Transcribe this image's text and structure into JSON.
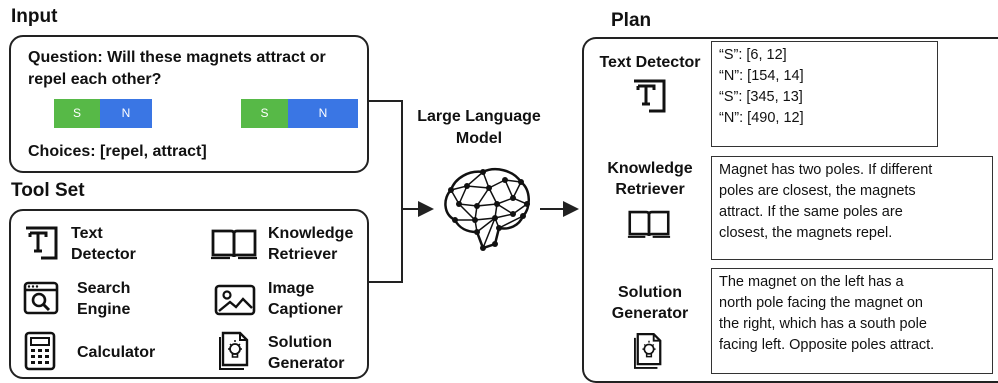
{
  "input": {
    "heading": "Input",
    "question": "Question: Will these magnets attract or repel each other?",
    "magnets": [
      {
        "letter": "S",
        "color": "#57b947"
      },
      {
        "letter": "N",
        "color": "#3a76e4"
      },
      {
        "letter": "S",
        "color": "#57b947"
      },
      {
        "letter": "N",
        "color": "#3a76e4"
      }
    ],
    "choices": "Choices: [repel, attract]"
  },
  "toolset": {
    "heading": "Tool Set",
    "tools": [
      {
        "line1": "Text",
        "line2": "Detector",
        "icon": "text-detector-icon"
      },
      {
        "line1": "Knowledge",
        "line2": "Retriever",
        "icon": "book-icon"
      },
      {
        "line1": "Search",
        "line2": "Engine",
        "icon": "search-engine-icon"
      },
      {
        "line1": "Image",
        "line2": "Captioner",
        "icon": "image-icon"
      },
      {
        "line1": "Calculator",
        "line2": "",
        "icon": "calculator-icon"
      },
      {
        "line1": "Solution",
        "line2": "Generator",
        "icon": "solution-doc-icon"
      }
    ]
  },
  "llm": {
    "line1": "Large Language",
    "line2": "Model",
    "icon": "brain-network-icon"
  },
  "plan": {
    "heading": "Plan",
    "steps": [
      {
        "line1": "Text Detector",
        "line2": "",
        "icon": "text-detector-icon",
        "output": [
          "“S”: [6, 12]",
          "“N”: [154, 14]",
          "“S”: [345, 13]",
          "“N”: [490, 12]"
        ]
      },
      {
        "line1": "Knowledge",
        "line2": "Retriever",
        "icon": "book-icon",
        "output": [
          "Magnet has two poles. If different",
          "poles are closest, the magnets",
          "attract. If the same poles are",
          "closest, the magnets repel."
        ]
      },
      {
        "line1": "Solution",
        "line2": "Generator",
        "icon": "solution-doc-icon",
        "output": [
          "The magnet on the left has a",
          "north pole facing the magnet on",
          "the right, which has a south pole",
          "facing left. Opposite poles attract."
        ]
      }
    ]
  }
}
